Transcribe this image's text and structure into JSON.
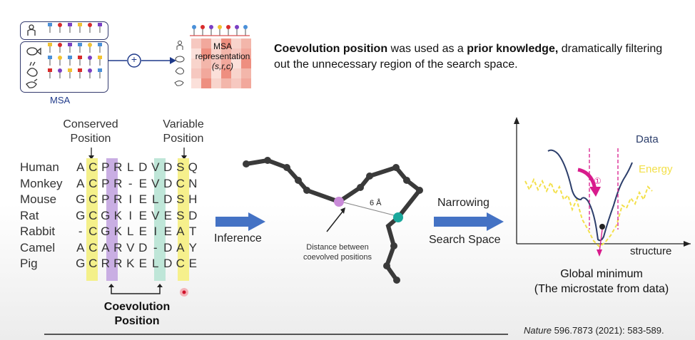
{
  "headline": {
    "part1": "Coevolution position",
    "part2": " was used as a ",
    "part3": "prior knowledge,",
    "part4": " dramatically filtering out the unnecessary region of the search space."
  },
  "msa": {
    "label": "MSA",
    "representation_line1": "MSA",
    "representation_line2": "representation",
    "representation_line3": "(s,r,c)",
    "plus_symbol": "+"
  },
  "alignment": {
    "conserved_label": "Conserved Position",
    "variable_label": "Variable Position",
    "coevolution_label_line1": "Coevolution",
    "coevolution_label_line2": "Position",
    "rows": [
      {
        "species": "Human",
        "residues": [
          "A",
          "C",
          "P",
          "R",
          "L",
          "D",
          "V",
          "D",
          "S",
          "Q"
        ]
      },
      {
        "species": "Monkey",
        "residues": [
          "A",
          "C",
          "P",
          "R",
          "-",
          "E",
          "V",
          "D",
          "C",
          "N"
        ]
      },
      {
        "species": "Mouse",
        "residues": [
          "G",
          "C",
          "P",
          "R",
          "I",
          "E",
          "L",
          "D",
          "S",
          "H"
        ]
      },
      {
        "species": "Rat",
        "residues": [
          "G",
          "C",
          "G",
          "K",
          "I",
          "E",
          "V",
          "E",
          "S",
          "D"
        ]
      },
      {
        "species": "Rabbit",
        "residues": [
          "-",
          "C",
          "G",
          "K",
          "L",
          "E",
          "I",
          "E",
          "A",
          "T"
        ]
      },
      {
        "species": "Camel",
        "residues": [
          "A",
          "C",
          "A",
          "R",
          "V",
          "D",
          "-",
          "D",
          "A",
          "Y"
        ]
      },
      {
        "species": "Pig",
        "residues": [
          "G",
          "C",
          "R",
          "R",
          "K",
          "E",
          "L",
          "D",
          "C",
          "E"
        ]
      }
    ],
    "highlight_colors": {
      "conserved": "#f4f08a",
      "coevolved_a": "#c9aee3",
      "coevolved_b": "#bfe6d8",
      "variable": "#f6f08c"
    }
  },
  "inference_label": "Inference",
  "molecule": {
    "distance_label": "6 Å",
    "caption_line1": "Distance between",
    "caption_line2": "coevolved positions"
  },
  "narrowing_label_line1": "Narrowing",
  "narrowing_label_line2": "Search Space",
  "energy_plot": {
    "data_label": "Data",
    "energy_label": "Energy",
    "x_axis_label": "structure",
    "step_marker": "①",
    "minimum_label_line1": "Global minimum",
    "minimum_label_line2": "(The microstate from data)",
    "colors": {
      "data": "#2c3e6b",
      "energy": "#f3e04a",
      "arrow": "#d81b8c"
    }
  },
  "reference": {
    "journal": "Nature",
    "citation": " 596.7873 (2021): 583-589."
  }
}
